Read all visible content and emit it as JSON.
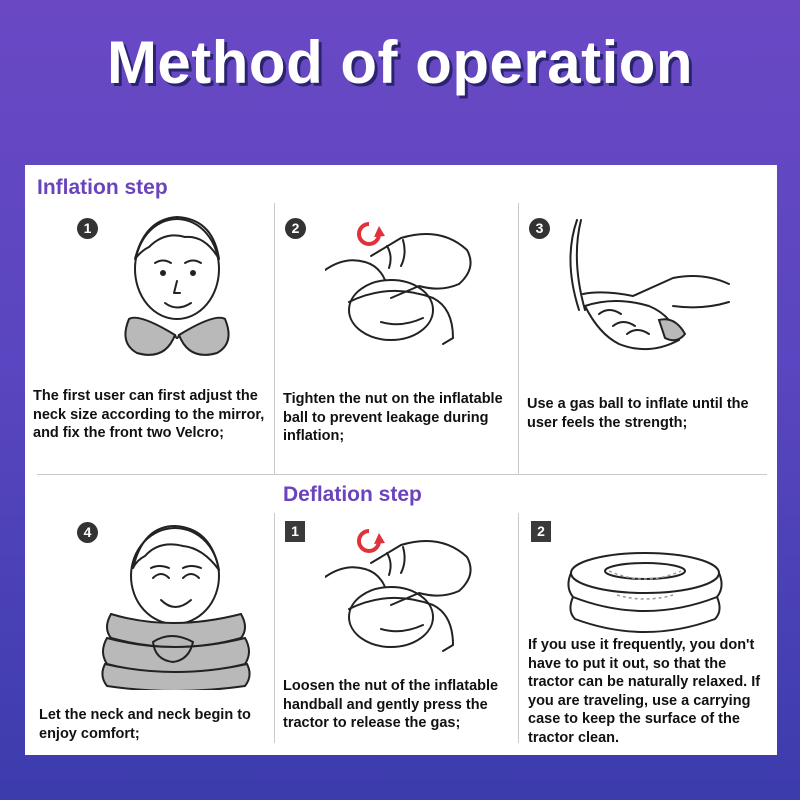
{
  "title": "Method of operation",
  "sections": {
    "inflation": "Inflation step",
    "deflation": "Deflation step"
  },
  "steps": [
    {
      "marker": "1",
      "caption": "The first user can first adjust the neck size according to the mirror, and fix the front two Velcro;"
    },
    {
      "marker": "2",
      "caption": "Tighten the nut on the inflatable ball to prevent leakage during inflation;"
    },
    {
      "marker": "3",
      "caption": "Use a gas ball to inflate until the user feels the strength;"
    },
    {
      "marker": "4",
      "caption": "Let the neck and neck begin to enjoy comfort;"
    },
    {
      "marker": "1",
      "caption": "Loosen the nut of the inflatable handball and gently press the tractor to release the gas;"
    },
    {
      "marker": "2",
      "caption": "If you use it frequently, you don't have to put it out, so that the tractor can be naturally relaxed. If you are traveling, use a carrying case to keep the surface of the tractor clean."
    }
  ],
  "colors": {
    "accent": "#6a44bd",
    "arrow": "#e0323a"
  },
  "icons": [
    "face-with-collar-icon",
    "hand-tightening-nut-icon",
    "hand-squeezing-ball-icon",
    "smiling-face-with-collar-icon",
    "hand-loosening-nut-icon",
    "stacked-ring-collar-icon"
  ]
}
